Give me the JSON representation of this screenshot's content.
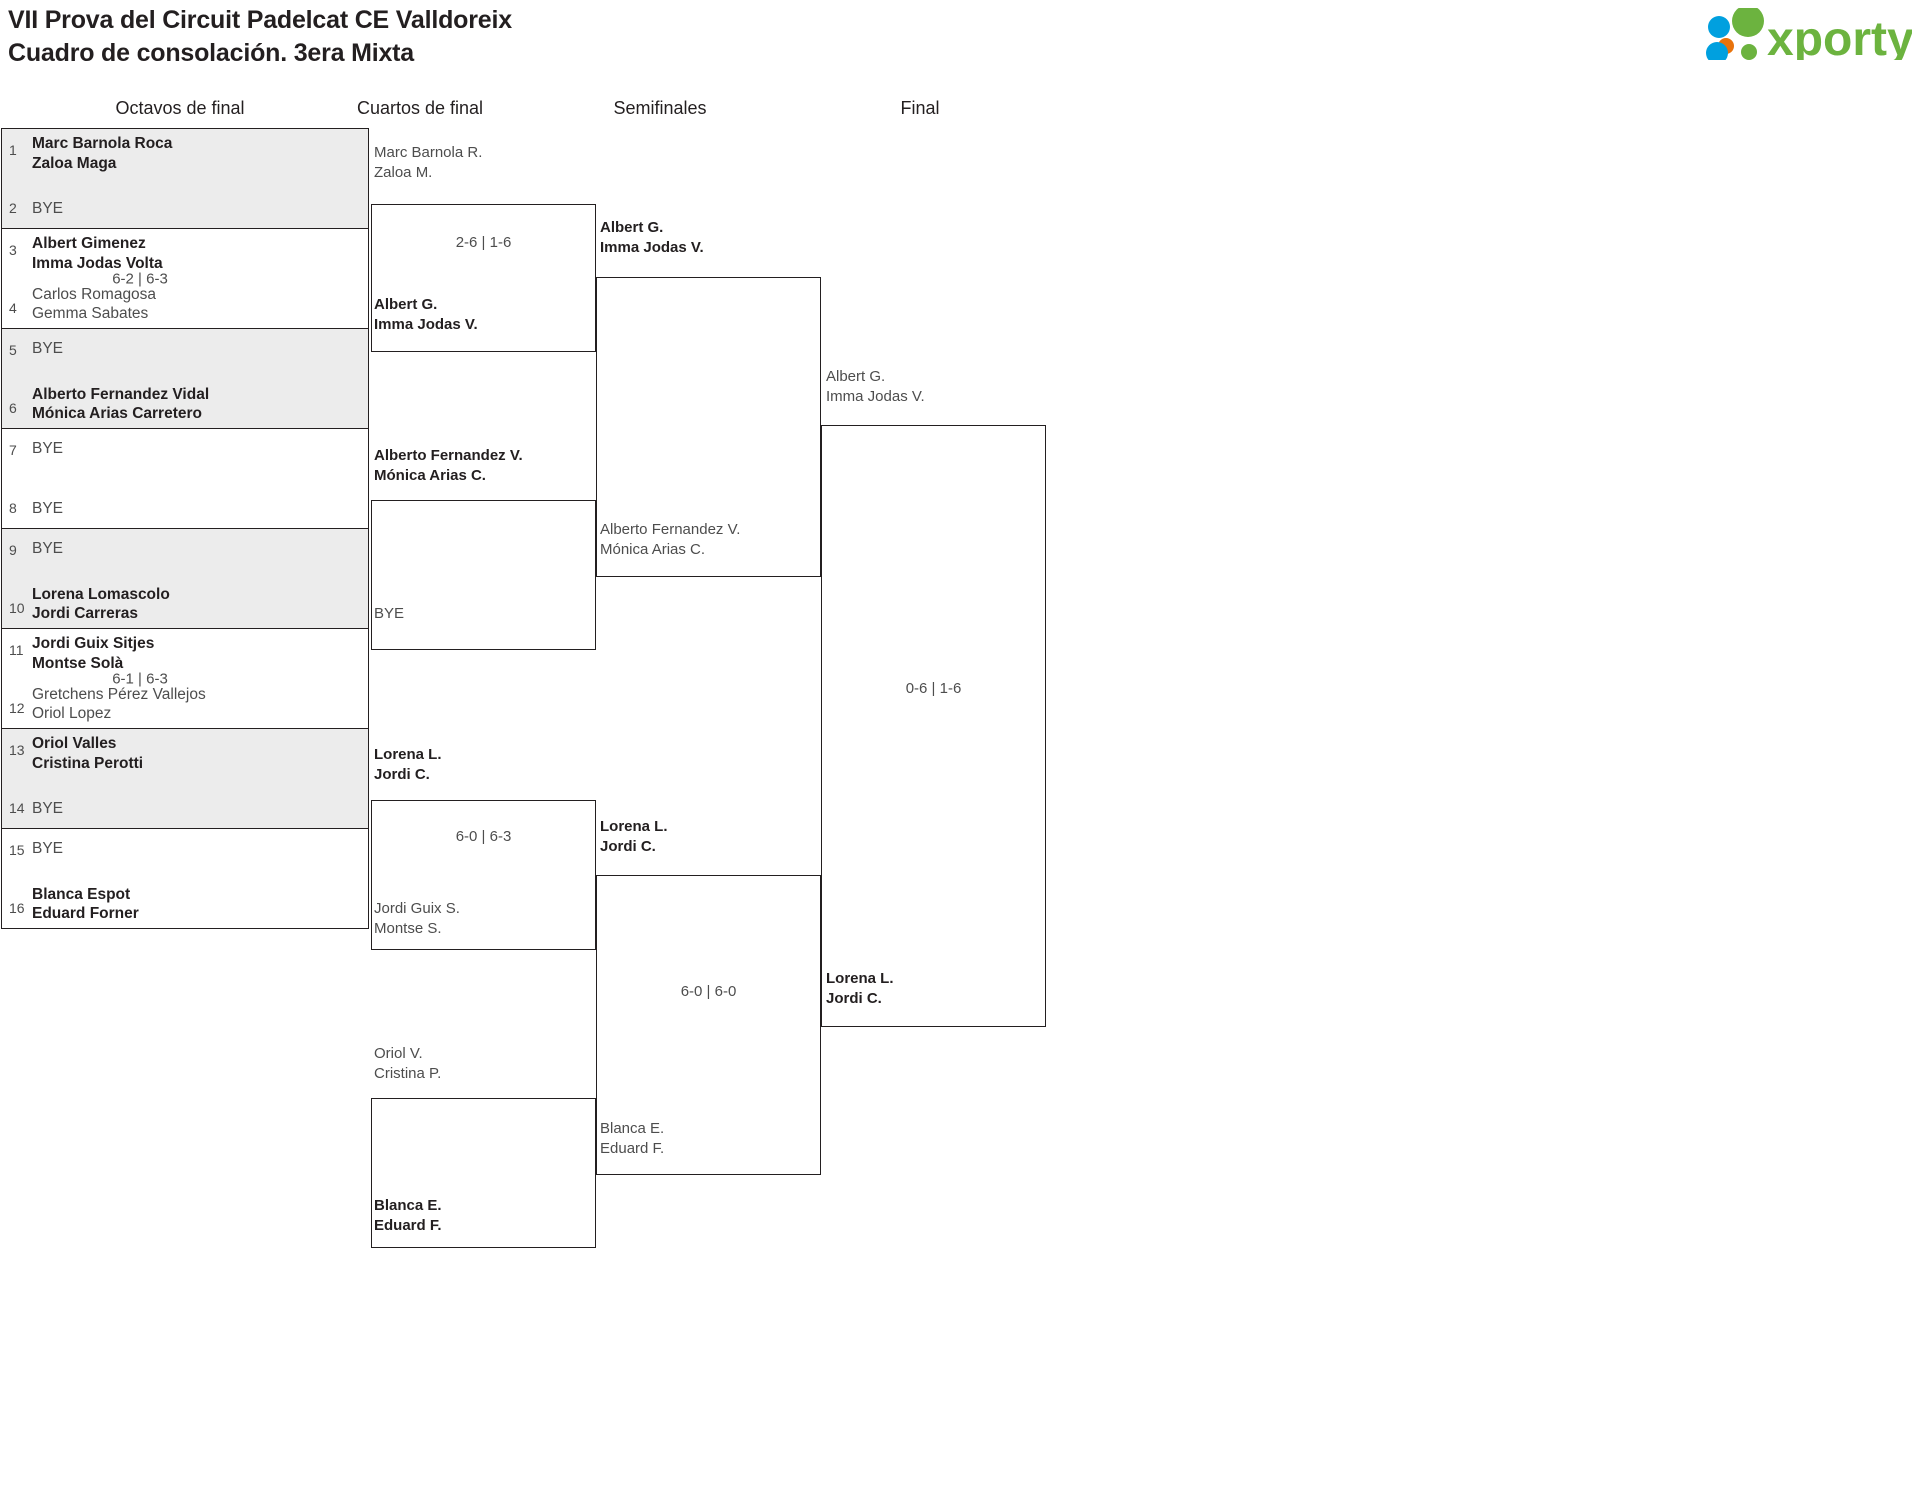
{
  "header": {
    "title_line1": "VII Prova del Circuit Padelcat CE Valldoreix",
    "title_line2": "Cuadro de consolación. 3era Mixta",
    "logo_text": "xporty",
    "logo_colors": {
      "green": "#6cb33f",
      "blue": "#00a0df",
      "orange": "#e8730c"
    }
  },
  "rounds": [
    {
      "label": "Octavos de final"
    },
    {
      "label": "Cuartos de final"
    },
    {
      "label": "Semifinales"
    },
    {
      "label": "Final"
    }
  ],
  "round1": {
    "matches": [
      {
        "shaded": true,
        "score": "",
        "top": {
          "seed": "1",
          "p1": "Marc Barnola Roca",
          "p2": "Zaloa Maga",
          "state": "win"
        },
        "bottom": {
          "seed": "2",
          "p1": "BYE",
          "p2": "",
          "state": "bye"
        }
      },
      {
        "shaded": false,
        "score": "6-2 | 6-3",
        "top": {
          "seed": "3",
          "p1": "Albert Gimenez",
          "p2": "Imma Jodas Volta",
          "state": "win"
        },
        "bottom": {
          "seed": "4",
          "p1": "Carlos Romagosa",
          "p2": "Gemma Sabates",
          "state": "lose"
        }
      },
      {
        "shaded": true,
        "score": "",
        "top": {
          "seed": "5",
          "p1": "BYE",
          "p2": "",
          "state": "bye"
        },
        "bottom": {
          "seed": "6",
          "p1": "Alberto Fernandez Vidal",
          "p2": "Mónica Arias Carretero",
          "state": "win"
        }
      },
      {
        "shaded": false,
        "score": "",
        "top": {
          "seed": "7",
          "p1": "BYE",
          "p2": "",
          "state": "bye"
        },
        "bottom": {
          "seed": "8",
          "p1": "BYE",
          "p2": "",
          "state": "bye"
        }
      },
      {
        "shaded": true,
        "score": "",
        "top": {
          "seed": "9",
          "p1": "BYE",
          "p2": "",
          "state": "bye"
        },
        "bottom": {
          "seed": "10",
          "p1": "Lorena Lomascolo",
          "p2": "Jordi Carreras",
          "state": "win"
        }
      },
      {
        "shaded": false,
        "score": "6-1 | 6-3",
        "top": {
          "seed": "11",
          "p1": "Jordi Guix Sitjes",
          "p2": "Montse Solà",
          "state": "win"
        },
        "bottom": {
          "seed": "12",
          "p1": "Gretchens Pérez Vallejos",
          "p2": "Oriol Lopez",
          "state": "lose"
        }
      },
      {
        "shaded": true,
        "score": "",
        "top": {
          "seed": "13",
          "p1": "Oriol Valles",
          "p2": "Cristina Perotti",
          "state": "win"
        },
        "bottom": {
          "seed": "14",
          "p1": "BYE",
          "p2": "",
          "state": "bye"
        }
      },
      {
        "shaded": false,
        "score": "",
        "top": {
          "seed": "15",
          "p1": "BYE",
          "p2": "",
          "state": "bye"
        },
        "bottom": {
          "seed": "16",
          "p1": "Blanca Espot",
          "p2": "Eduard Forner",
          "state": "win"
        }
      }
    ]
  },
  "round2": {
    "matches": [
      {
        "score": "2-6 | 1-6",
        "top": {
          "p1": "Marc Barnola R.",
          "p2": "Zaloa M.",
          "state": "lose"
        },
        "bottom": {
          "p1": "Albert G.",
          "p2": "Imma Jodas V.",
          "state": "win"
        }
      },
      {
        "score": "",
        "top": {
          "p1": "Alberto Fernandez V.",
          "p2": "Mónica Arias C.",
          "state": "win"
        },
        "bottom": {
          "p1": "BYE",
          "p2": "",
          "state": "bye"
        }
      },
      {
        "score": "6-0 | 6-3",
        "top": {
          "p1": "Lorena L.",
          "p2": "Jordi C.",
          "state": "win"
        },
        "bottom": {
          "p1": "Jordi Guix S.",
          "p2": "Montse S.",
          "state": "lose"
        }
      },
      {
        "score": "",
        "top": {
          "p1": "Oriol V.",
          "p2": "Cristina P.",
          "state": "lose"
        },
        "bottom": {
          "p1": "Blanca E.",
          "p2": "Eduard F.",
          "state": "win"
        }
      }
    ]
  },
  "round3": {
    "matches": [
      {
        "score": "",
        "top": {
          "p1": "Albert G.",
          "p2": "Imma Jodas V.",
          "state": "win"
        },
        "bottom": {
          "p1": "Alberto Fernandez V.",
          "p2": "Mónica Arias C.",
          "state": "lose"
        }
      },
      {
        "score": "6-0 | 6-0",
        "top": {
          "p1": "Lorena L.",
          "p2": "Jordi C.",
          "state": "win"
        },
        "bottom": {
          "p1": "Blanca E.",
          "p2": "Eduard F.",
          "state": "lose"
        }
      }
    ]
  },
  "round4": {
    "matches": [
      {
        "score": "0-6 | 1-6",
        "top": {
          "p1": "Albert G.",
          "p2": "Imma Jodas V.",
          "state": "lose"
        },
        "bottom": {
          "p1": "Lorena L.",
          "p2": "Jordi C.",
          "state": "win"
        }
      }
    ]
  }
}
